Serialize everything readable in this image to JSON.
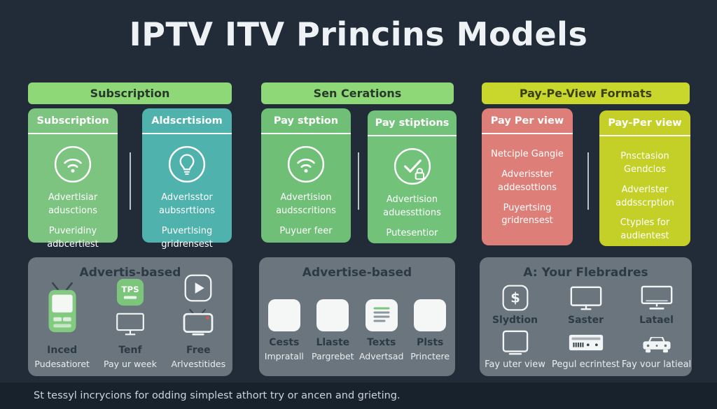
{
  "title": "IPTV ITV Princins Models",
  "headers": [
    {
      "label": "Subscription"
    },
    {
      "label": "Sen Cerations"
    },
    {
      "label": "Pay-Pe-View Formats"
    }
  ],
  "cards": [
    {
      "title": "Subscription",
      "icon": "wifi-icon",
      "text1": "Advertlsiar adusctions",
      "text2": "Puveridiny adbcertiest"
    },
    {
      "title": "Aldscrtisiom",
      "icon": "lightbulb-icon",
      "text1": "Adverlsstor aubssrttions",
      "text2": "Puvertlsing gridrensest"
    },
    {
      "title": "Pay stption",
      "icon": "wifi-icon",
      "text1": "Advertision audsscritions",
      "text2": "Puyuer feer"
    },
    {
      "title": "Pay stiptions",
      "icon": "check-lock-icon",
      "text1": "Advertision aduessttions",
      "text2": "Putesentior"
    },
    {
      "title": "Pay Per view",
      "icon": "none",
      "text1": "Netciple Gangie",
      "text2": "Adverisster addesottions",
      "text3": "Puyertsing gridrensest"
    },
    {
      "title": "Pay-Per view",
      "icon": "none",
      "text1": "Pnsctasion Gendclos",
      "text2": "Adverlster addsscrption",
      "text3": "Ctyples for audientest"
    }
  ],
  "panels": [
    {
      "title": "Advertis-based",
      "items": [
        {
          "icon": "retro-tv-icon",
          "top": "Inced",
          "bottom": "Pudesatioret"
        },
        {
          "icon": "tps-badge-icon",
          "badge": "TPS",
          "top": "Tenf",
          "bottom": "Pay ur week"
        },
        {
          "icon": "play-button-icon",
          "top": "Free",
          "bottom": "Arlvestitides"
        }
      ]
    },
    {
      "title": "Advertise-based",
      "items": [
        {
          "icon": "app-square-icon",
          "top": "Cests",
          "bottom": "Impratall"
        },
        {
          "icon": "app-square-icon",
          "top": "Llaste",
          "bottom": "Pargrebet"
        },
        {
          "icon": "text-list-icon",
          "top": "Texts",
          "bottom": "Advertsad"
        },
        {
          "icon": "app-square-icon",
          "top": "Plsts",
          "bottom": "Princtere"
        }
      ]
    },
    {
      "title": "A: Your Flebradres",
      "row1": [
        {
          "icon": "dollar-icon",
          "glyph": "$",
          "label": "Slydtion"
        },
        {
          "icon": "monitor-icon",
          "label": "Saster"
        },
        {
          "icon": "monitor-stand-icon",
          "label": "Latael"
        }
      ],
      "row2": [
        {
          "icon": "tablet-icon",
          "label": "Fay uter view"
        },
        {
          "icon": "set-top-box-icon",
          "label": "Pegul ecrintest"
        },
        {
          "icon": "car-icon",
          "label": "Fay vour latieal"
        }
      ]
    }
  ],
  "footer": {
    "text": "St tessyl incrycions for odding simplest athort try or ancen and grieting."
  },
  "colors": {
    "background": "#212c38",
    "footer_bg": "#18222d",
    "header_green": "#8ed878",
    "header_yellow": "#c9d62b",
    "card_green": "#7cc480",
    "card_teal": "#4fb2ad",
    "card_green_2": "#6fc076",
    "card_red": "#dd7f78",
    "card_yellow": "#c4d027",
    "panel_gray": "#6a757d",
    "text_light": "#ffffff",
    "text_dark": "#2c3a46"
  }
}
